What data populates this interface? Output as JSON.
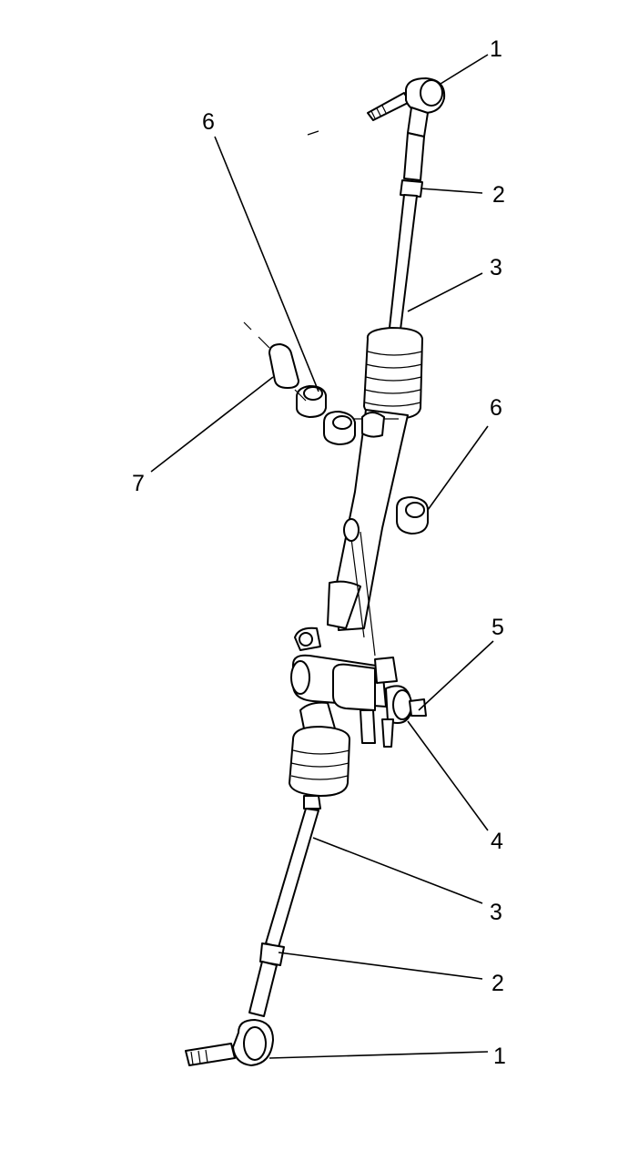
{
  "callouts": [
    {
      "id": "c1-top",
      "label": "1"
    },
    {
      "id": "c2-top",
      "label": "2"
    },
    {
      "id": "c3-top",
      "label": "3"
    },
    {
      "id": "c6-left",
      "label": "6"
    },
    {
      "id": "c6-right",
      "label": "6"
    },
    {
      "id": "c7",
      "label": "7"
    },
    {
      "id": "c5",
      "label": "5"
    },
    {
      "id": "c4",
      "label": "4"
    },
    {
      "id": "c3-bottom",
      "label": "3"
    },
    {
      "id": "c2-bottom",
      "label": "2"
    },
    {
      "id": "c1-bottom",
      "label": "1"
    }
  ]
}
